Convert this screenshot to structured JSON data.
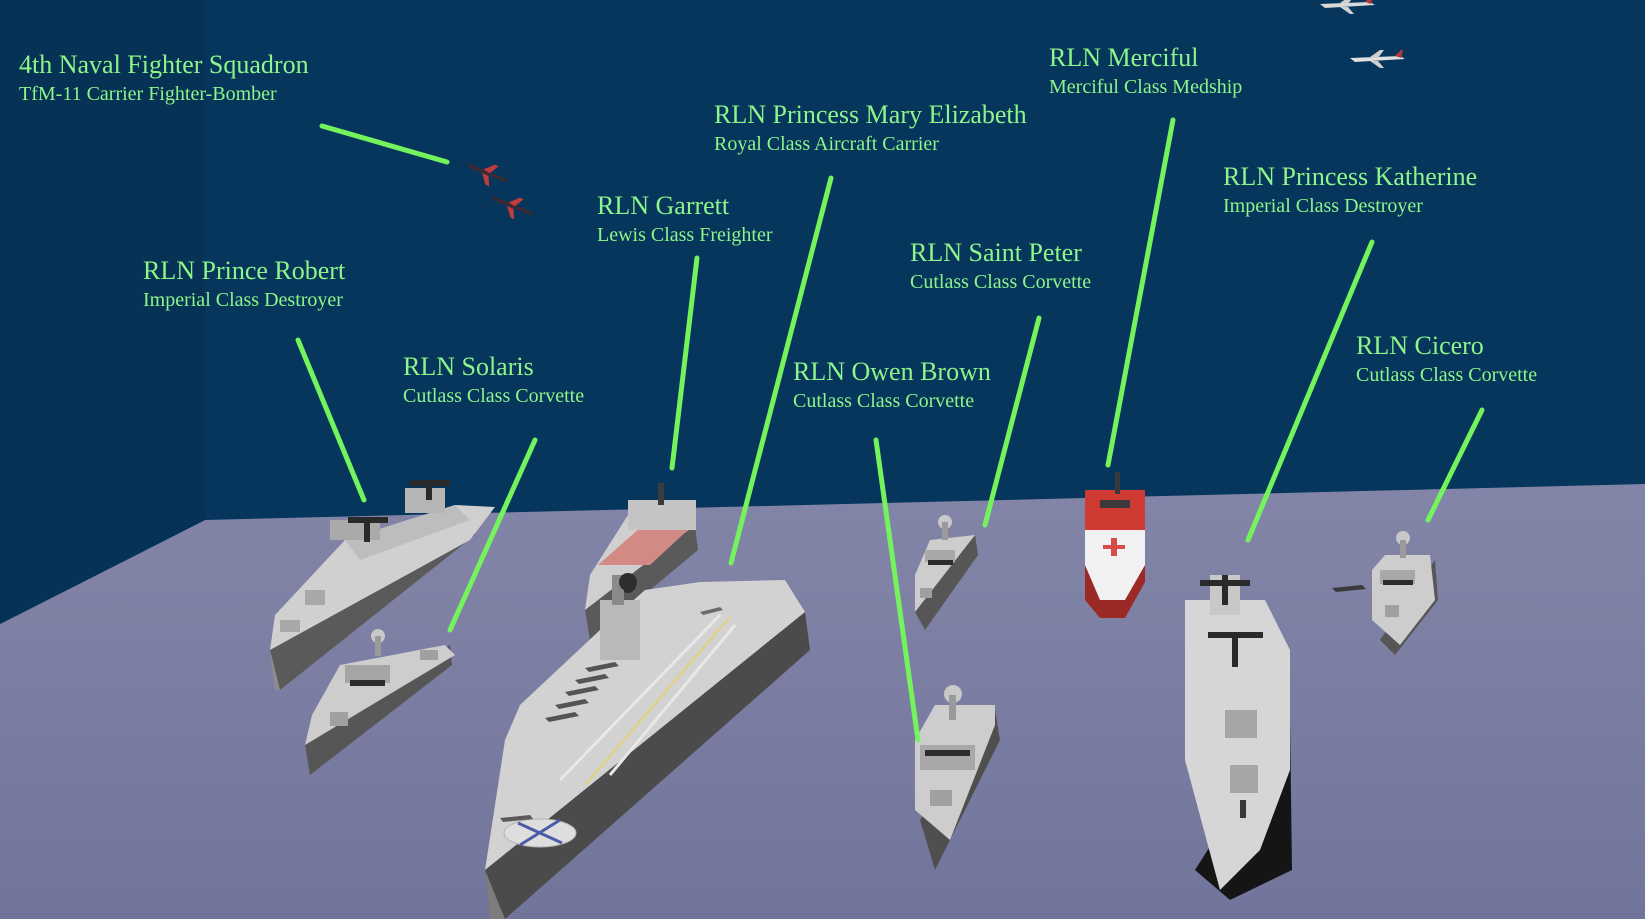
{
  "scene": {
    "colors": {
      "sky": "#06365c",
      "floor": "#7f82a4",
      "label": "#8ef58a",
      "leader": "#74f35c",
      "hull": "#cfcfcf",
      "medship_red": "#c9302c"
    },
    "labels": [
      {
        "id": "fighter-squadron",
        "name": "4th Naval Fighter Squadron",
        "class": "TfM-11 Carrier Fighter-Bomber"
      },
      {
        "id": "princess-mary-elizabeth",
        "name": "RLN Princess Mary Elizabeth",
        "class": "Royal Class Aircraft Carrier"
      },
      {
        "id": "merciful",
        "name": "RLN Merciful",
        "class": "Merciful Class Medship"
      },
      {
        "id": "garrett",
        "name": "RLN Garrett",
        "class": "Lewis Class Freighter"
      },
      {
        "id": "princess-katherine",
        "name": "RLN Princess Katherine",
        "class": "Imperial Class Destroyer"
      },
      {
        "id": "saint-peter",
        "name": "RLN Saint Peter",
        "class": "Cutlass Class Corvette"
      },
      {
        "id": "prince-robert",
        "name": "RLN Prince Robert",
        "class": "Imperial Class Destroyer"
      },
      {
        "id": "solaris",
        "name": "RLN Solaris",
        "class": "Cutlass Class Corvette"
      },
      {
        "id": "owen-brown",
        "name": "RLN Owen Brown",
        "class": "Cutlass Class Corvette"
      },
      {
        "id": "cicero",
        "name": "RLN Cicero",
        "class": "Cutlass Class Corvette"
      }
    ]
  }
}
